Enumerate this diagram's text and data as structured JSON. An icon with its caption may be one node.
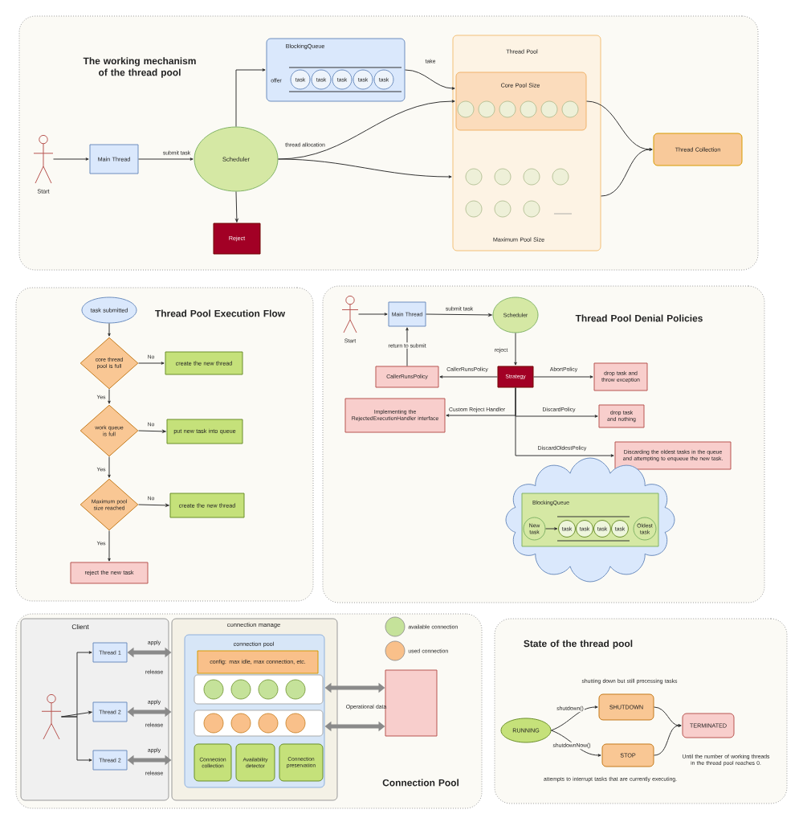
{
  "diagram": {
    "nodes": [
      {
        "text": [
          "The working mechanism of the thread pool"
        ]
      },
      {
        "text": [
          "Start"
        ],
        "in": 0
      },
      {
        "text": [
          "Main Thread"
        ],
        "in": 0
      },
      {
        "text": [
          "Scheduler"
        ],
        "in": 0
      },
      {
        "text": [
          "Reject"
        ],
        "in": 0
      },
      {
        "text": [
          "BlockingQueue"
        ],
        "in": 0
      },
      {
        "text": [
          "task"
        ],
        "in": 5
      },
      {
        "text": [
          "task"
        ],
        "in": 5
      },
      {
        "text": [
          "task"
        ],
        "in": 5
      },
      {
        "text": [
          "task"
        ],
        "in": 5
      },
      {
        "text": [
          "task"
        ],
        "in": 5
      },
      {
        "text": [
          "Thread Pool",
          "Maximum Pool Size"
        ],
        "in": 0
      },
      {
        "text": [
          "Core Pool Size"
        ],
        "in": 11
      },
      {
        "text": [
          "Thread Collection"
        ],
        "in": 0
      },
      {
        "text": [
          "Thread Pool Execution Flow"
        ]
      },
      {
        "text": [
          "task submitted"
        ],
        "in": 14
      },
      {
        "text": [
          "core thread pool is full"
        ],
        "in": 14
      },
      {
        "text": [
          "create the new thread"
        ],
        "in": 14
      },
      {
        "text": [
          "work queue is full"
        ],
        "in": 14
      },
      {
        "text": [
          "put new task into queue"
        ],
        "in": 14
      },
      {
        "text": [
          "Maximum pool size reached"
        ],
        "in": 14
      },
      {
        "text": [
          "create the new thread"
        ],
        "in": 14
      },
      {
        "text": [
          "reject the new task"
        ],
        "in": 14
      },
      {
        "text": [
          "Thread Pool Denial Policies"
        ]
      },
      {
        "text": [
          "Start"
        ],
        "in": 23
      },
      {
        "text": [
          "Main Thread"
        ],
        "in": 23
      },
      {
        "text": [
          "Scheduler"
        ],
        "in": 23
      },
      {
        "text": [
          "Strategy"
        ],
        "in": 23
      },
      {
        "text": [
          "CallerRunsPolicy"
        ],
        "in": 23
      },
      {
        "text": [
          "drop task and throw exception"
        ],
        "in": 23
      },
      {
        "text": [
          "Implementing the RejectedExecutionHandler interface"
        ],
        "in": 23
      },
      {
        "text": [
          "drop task and nothing"
        ],
        "in": 23
      },
      {
        "text": [
          "Discarding the oldest tasks in the queue and attempting to enqueue the new task."
        ],
        "in": 23
      },
      {
        "text": [],
        "shape": "cloud",
        "in": 23
      },
      {
        "text": [
          "BlockingQueue"
        ],
        "in": 33
      },
      {
        "text": [
          "New task"
        ],
        "in": 34
      },
      {
        "text": [
          "task"
        ],
        "in": 34
      },
      {
        "text": [
          "task"
        ],
        "in": 34
      },
      {
        "text": [
          "task"
        ],
        "in": 34
      },
      {
        "text": [
          "task"
        ],
        "in": 34
      },
      {
        "text": [
          "Oldest task"
        ],
        "in": 34
      },
      {
        "text": [
          "Connection Pool"
        ]
      },
      {
        "text": [
          "Client"
        ],
        "in": 41
      },
      {
        "text": [],
        "shape": "person",
        "in": 42
      },
      {
        "text": [
          "Thread 1"
        ],
        "in": 42
      },
      {
        "text": [
          "Thread 2"
        ],
        "in": 42
      },
      {
        "text": [
          "Thread 2"
        ],
        "in": 42
      },
      {
        "text": [
          "connection manage"
        ],
        "in": 41
      },
      {
        "text": [
          "connection pool"
        ],
        "in": 47
      },
      {
        "text": [
          "config: max idle, max connection, etc."
        ],
        "in": 48
      },
      {
        "text": [
          "Connection collection"
        ],
        "in": 48
      },
      {
        "text": [
          "Availability detector"
        ],
        "in": 48
      },
      {
        "text": [
          "Connection preservation"
        ],
        "in": 48
      },
      {
        "text": [],
        "shape": "box",
        "in": 41
      },
      {
        "text": [
          "State of the thread pool"
        ]
      },
      {
        "text": [
          "RUNNING"
        ],
        "in": 54
      },
      {
        "text": [
          "SHUTDOWN"
        ],
        "in": 54,
        "beside": [
          "shutting down but still processing tasks"
        ]
      },
      {
        "text": [
          "STOP"
        ],
        "in": 54,
        "beside": [
          "attempts to interrupt tasks that are currently executing."
        ]
      },
      {
        "text": [
          "TERMINATED"
        ],
        "in": 54,
        "beside": [
          "Until the number of working threads in the thread pool reaches 0."
        ]
      }
    ],
    "edges": [
      {
        "from": 1,
        "to": 2,
        "arrow": "to"
      },
      {
        "from": 2,
        "to": 3,
        "arrow": "to",
        "label": "submit task"
      },
      {
        "from": 3,
        "to": 4,
        "arrow": "to"
      },
      {
        "from": 3,
        "to": 5,
        "arrow": "to",
        "label": "offer"
      },
      {
        "from": 5,
        "to": 12,
        "arrow": "to",
        "label": "take"
      },
      {
        "from": 3,
        "to": 12,
        "arrow": "to",
        "label": "thread allocation"
      },
      {
        "from": 3,
        "to": 11,
        "arrow": "to"
      },
      {
        "from": 12,
        "to": 13,
        "arrow": "to"
      },
      {
        "from": 11,
        "to": 13,
        "arrow": "to"
      },
      {
        "from": 15,
        "to": 16,
        "arrow": "to"
      },
      {
        "from": 16,
        "to": 17,
        "arrow": "to",
        "label": "No"
      },
      {
        "from": 16,
        "to": 18,
        "arrow": "to",
        "label": "Yes"
      },
      {
        "from": 18,
        "to": 19,
        "arrow": "to",
        "label": "No"
      },
      {
        "from": 18,
        "to": 20,
        "arrow": "to",
        "label": "Yes"
      },
      {
        "from": 20,
        "to": 21,
        "arrow": "to",
        "label": "No"
      },
      {
        "from": 20,
        "to": 22,
        "arrow": "to",
        "label": "Yes"
      },
      {
        "from": 24,
        "to": 25,
        "arrow": "to"
      },
      {
        "from": 25,
        "to": 26,
        "arrow": "to",
        "label": "submit task"
      },
      {
        "from": 26,
        "to": 27,
        "arrow": "to",
        "label": "reject"
      },
      {
        "from": 27,
        "to": 28,
        "arrow": "to",
        "label": "CallerRunsPolicy"
      },
      {
        "from": 28,
        "to": 25,
        "arrow": "to",
        "label": "return to submit"
      },
      {
        "from": 27,
        "to": 29,
        "arrow": "to",
        "label": "AbortPolicy"
      },
      {
        "from": 27,
        "to": 30,
        "arrow": "to",
        "label": "Custom Reject Handler"
      },
      {
        "from": 27,
        "to": 31,
        "arrow": "to",
        "label": "DiscardPolicy"
      },
      {
        "from": 27,
        "to": 32,
        "arrow": "to",
        "label": "DiscardOldestPolicy"
      },
      {
        "from": 35,
        "to": 36,
        "arrow": "to"
      },
      {
        "from": 43,
        "to": 44,
        "arrow": "to"
      },
      {
        "from": 43,
        "to": 45,
        "arrow": "to"
      },
      {
        "from": 43,
        "to": 46,
        "arrow": "to"
      },
      {
        "from": 44,
        "to": 47,
        "arrow": "both",
        "style": "thick",
        "label": "apply"
      },
      {
        "from": 45,
        "to": 47,
        "arrow": "both",
        "style": "thick",
        "label": "apply"
      },
      {
        "from": 46,
        "to": 47,
        "arrow": "both",
        "style": "thick",
        "label": "apply"
      },
      {
        "from": 48,
        "to": 53,
        "arrow": "both",
        "style": "thick"
      },
      {
        "from": 48,
        "to": 53,
        "arrow": "both",
        "style": "thick"
      },
      {
        "from": 55,
        "to": 56,
        "arrow": "to",
        "label": "shutdown()"
      },
      {
        "from": 55,
        "to": 57,
        "arrow": "to",
        "label": "shutdownNow()"
      },
      {
        "from": 56,
        "to": 58,
        "arrow": "to"
      },
      {
        "from": 57,
        "to": 58,
        "arrow": "to"
      }
    ],
    "labels": [
      "release",
      "release",
      "release",
      "Operational data"
    ],
    "legend": [
      {
        "text": "available connection",
        "color": "#c5e29a"
      },
      {
        "text": "used connection",
        "color": "#f9c08a"
      }
    ]
  }
}
